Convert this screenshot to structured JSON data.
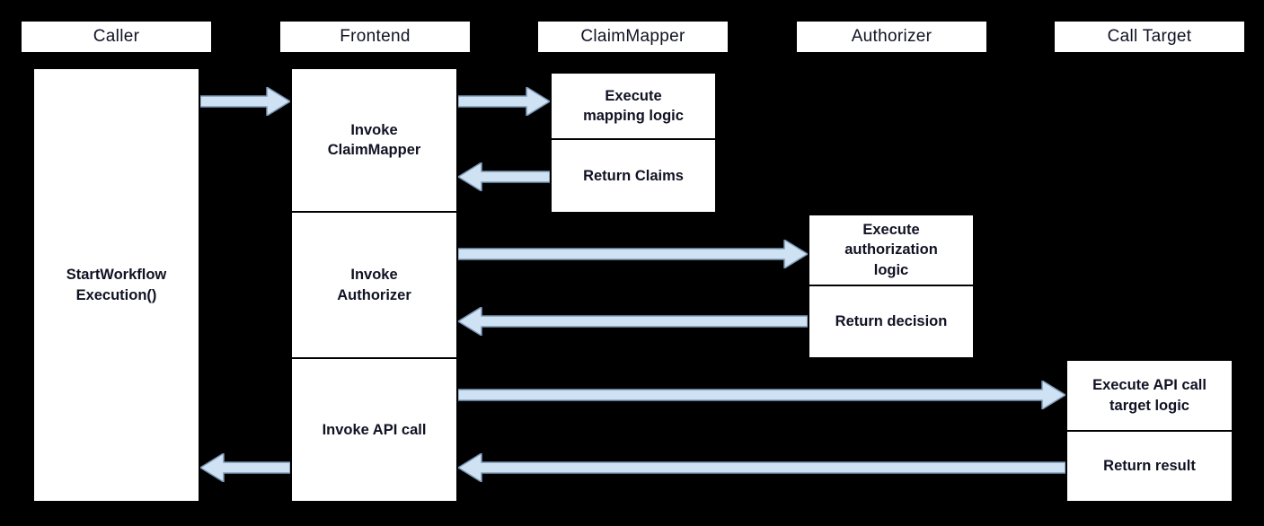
{
  "colors": {
    "background": "#000000",
    "box_fill": "#ffffff",
    "box_border": "#000000",
    "arrow_fill": "#cfe2f3",
    "arrow_stroke": "#7b97b5",
    "text": "#101223"
  },
  "lanes": [
    {
      "label": "Caller"
    },
    {
      "label": "Frontend"
    },
    {
      "label": "ClaimMapper"
    },
    {
      "label": "Authorizer"
    },
    {
      "label": "Call Target"
    }
  ],
  "boxes": {
    "caller_activity": "StartWorkflow\nExecution()",
    "frontend_step1": "Invoke\nClaimMapper",
    "frontend_step2": "Invoke\nAuthorizer",
    "frontend_step3": "Invoke API call",
    "claimmapper_step1": "Execute\nmapping logic",
    "claimmapper_step2": "Return Claims",
    "authorizer_step1": "Execute\nauthorization\nlogic",
    "authorizer_step2": "Return decision",
    "calltarget_step1": "Execute API call\ntarget logic",
    "calltarget_step2": "Return result"
  },
  "arrows": [
    {
      "from": "Caller",
      "to": "Frontend",
      "direction": "right"
    },
    {
      "from": "Frontend",
      "to": "ClaimMapper",
      "direction": "right"
    },
    {
      "from": "ClaimMapper",
      "to": "Frontend",
      "direction": "left"
    },
    {
      "from": "Frontend",
      "to": "Authorizer",
      "direction": "right"
    },
    {
      "from": "Authorizer",
      "to": "Frontend",
      "direction": "left"
    },
    {
      "from": "Frontend",
      "to": "Call Target",
      "direction": "right"
    },
    {
      "from": "Call Target",
      "to": "Frontend",
      "direction": "left"
    },
    {
      "from": "Frontend",
      "to": "Caller",
      "direction": "left"
    }
  ]
}
